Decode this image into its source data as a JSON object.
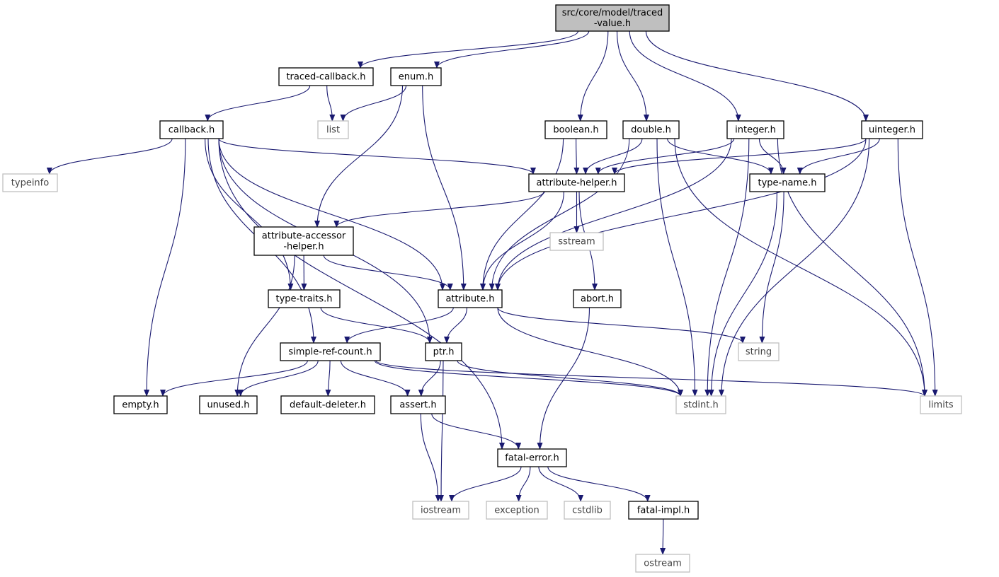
{
  "colors": {
    "edge": "#191970",
    "node_border": "#000000",
    "system_border": "#bfbfbf",
    "root_fill": "#bfbfbf",
    "node_fill": "#ffffff"
  },
  "nodes": [
    {
      "id": "root",
      "lines": [
        "src/core/model/traced",
        "-value.h"
      ],
      "kind": "root"
    },
    {
      "id": "traced_callback",
      "lines": [
        "traced-callback.h"
      ],
      "kind": "file"
    },
    {
      "id": "enum",
      "lines": [
        "enum.h"
      ],
      "kind": "file"
    },
    {
      "id": "boolean",
      "lines": [
        "boolean.h"
      ],
      "kind": "file"
    },
    {
      "id": "double",
      "lines": [
        "double.h"
      ],
      "kind": "file"
    },
    {
      "id": "integer",
      "lines": [
        "integer.h"
      ],
      "kind": "file"
    },
    {
      "id": "uinteger",
      "lines": [
        "uinteger.h"
      ],
      "kind": "file"
    },
    {
      "id": "callback",
      "lines": [
        "callback.h"
      ],
      "kind": "file"
    },
    {
      "id": "list",
      "lines": [
        "list"
      ],
      "kind": "system"
    },
    {
      "id": "typeinfo",
      "lines": [
        "typeinfo"
      ],
      "kind": "system"
    },
    {
      "id": "attribute_helper",
      "lines": [
        "attribute-helper.h"
      ],
      "kind": "file"
    },
    {
      "id": "type_name",
      "lines": [
        "type-name.h"
      ],
      "kind": "file"
    },
    {
      "id": "attribute_accessor_helper",
      "lines": [
        "attribute-accessor",
        "-helper.h"
      ],
      "kind": "file"
    },
    {
      "id": "sstream",
      "lines": [
        "sstream"
      ],
      "kind": "system"
    },
    {
      "id": "type_traits",
      "lines": [
        "type-traits.h"
      ],
      "kind": "file"
    },
    {
      "id": "attribute",
      "lines": [
        "attribute.h"
      ],
      "kind": "file"
    },
    {
      "id": "abort",
      "lines": [
        "abort.h"
      ],
      "kind": "file"
    },
    {
      "id": "simple_ref_count",
      "lines": [
        "simple-ref-count.h"
      ],
      "kind": "file"
    },
    {
      "id": "ptr",
      "lines": [
        "ptr.h"
      ],
      "kind": "file"
    },
    {
      "id": "string",
      "lines": [
        "string"
      ],
      "kind": "system"
    },
    {
      "id": "empty",
      "lines": [
        "empty.h"
      ],
      "kind": "file"
    },
    {
      "id": "unused",
      "lines": [
        "unused.h"
      ],
      "kind": "file"
    },
    {
      "id": "default_deleter",
      "lines": [
        "default-deleter.h"
      ],
      "kind": "file"
    },
    {
      "id": "assert",
      "lines": [
        "assert.h"
      ],
      "kind": "file"
    },
    {
      "id": "stdint",
      "lines": [
        "stdint.h"
      ],
      "kind": "system"
    },
    {
      "id": "limits",
      "lines": [
        "limits"
      ],
      "kind": "system"
    },
    {
      "id": "fatal_error",
      "lines": [
        "fatal-error.h"
      ],
      "kind": "file"
    },
    {
      "id": "iostream",
      "lines": [
        "iostream"
      ],
      "kind": "system"
    },
    {
      "id": "exception",
      "lines": [
        "exception"
      ],
      "kind": "system"
    },
    {
      "id": "cstdlib",
      "lines": [
        "cstdlib"
      ],
      "kind": "system"
    },
    {
      "id": "fatal_impl",
      "lines": [
        "fatal-impl.h"
      ],
      "kind": "file"
    },
    {
      "id": "ostream",
      "lines": [
        "ostream"
      ],
      "kind": "system"
    }
  ],
  "edges": [
    {
      "from": "root",
      "to": "traced_callback"
    },
    {
      "from": "root",
      "to": "enum"
    },
    {
      "from": "root",
      "to": "boolean"
    },
    {
      "from": "root",
      "to": "double"
    },
    {
      "from": "root",
      "to": "integer"
    },
    {
      "from": "root",
      "to": "uinteger"
    },
    {
      "from": "traced_callback",
      "to": "callback"
    },
    {
      "from": "traced_callback",
      "to": "list"
    },
    {
      "from": "enum",
      "to": "list"
    },
    {
      "from": "enum",
      "to": "attribute_accessor_helper"
    },
    {
      "from": "enum",
      "to": "attribute"
    },
    {
      "from": "callback",
      "to": "typeinfo"
    },
    {
      "from": "callback",
      "to": "attribute_helper"
    },
    {
      "from": "callback",
      "to": "attribute"
    },
    {
      "from": "callback",
      "to": "type_traits"
    },
    {
      "from": "callback",
      "to": "ptr"
    },
    {
      "from": "callback",
      "to": "simple_ref_count"
    },
    {
      "from": "callback",
      "to": "empty"
    },
    {
      "from": "callback",
      "to": "fatal_error"
    },
    {
      "from": "boolean",
      "to": "attribute_helper"
    },
    {
      "from": "boolean",
      "to": "attribute"
    },
    {
      "from": "double",
      "to": "attribute_helper"
    },
    {
      "from": "double",
      "to": "attribute"
    },
    {
      "from": "double",
      "to": "type_name"
    },
    {
      "from": "double",
      "to": "stdint"
    },
    {
      "from": "double",
      "to": "limits"
    },
    {
      "from": "integer",
      "to": "attribute_helper"
    },
    {
      "from": "integer",
      "to": "attribute"
    },
    {
      "from": "integer",
      "to": "type_name"
    },
    {
      "from": "integer",
      "to": "stdint"
    },
    {
      "from": "integer",
      "to": "limits"
    },
    {
      "from": "uinteger",
      "to": "attribute_helper"
    },
    {
      "from": "uinteger",
      "to": "attribute"
    },
    {
      "from": "uinteger",
      "to": "type_name"
    },
    {
      "from": "uinteger",
      "to": "stdint"
    },
    {
      "from": "uinteger",
      "to": "limits"
    },
    {
      "from": "attribute_helper",
      "to": "attribute_accessor_helper"
    },
    {
      "from": "attribute_helper",
      "to": "sstream"
    },
    {
      "from": "attribute_helper",
      "to": "attribute"
    },
    {
      "from": "attribute_helper",
      "to": "abort"
    },
    {
      "from": "type_name",
      "to": "string"
    },
    {
      "from": "type_name",
      "to": "stdint"
    },
    {
      "from": "attribute_accessor_helper",
      "to": "type_traits"
    },
    {
      "from": "attribute_accessor_helper",
      "to": "attribute"
    },
    {
      "from": "attribute_accessor_helper",
      "to": "unused"
    },
    {
      "from": "type_traits",
      "to": "ptr"
    },
    {
      "from": "attribute",
      "to": "simple_ref_count"
    },
    {
      "from": "attribute",
      "to": "ptr"
    },
    {
      "from": "attribute",
      "to": "string"
    },
    {
      "from": "attribute",
      "to": "stdint"
    },
    {
      "from": "abort",
      "to": "fatal_error"
    },
    {
      "from": "simple_ref_count",
      "to": "empty"
    },
    {
      "from": "simple_ref_count",
      "to": "unused"
    },
    {
      "from": "simple_ref_count",
      "to": "default_deleter"
    },
    {
      "from": "simple_ref_count",
      "to": "assert"
    },
    {
      "from": "simple_ref_count",
      "to": "stdint"
    },
    {
      "from": "simple_ref_count",
      "to": "limits"
    },
    {
      "from": "ptr",
      "to": "assert"
    },
    {
      "from": "ptr",
      "to": "iostream"
    },
    {
      "from": "ptr",
      "to": "stdint"
    },
    {
      "from": "assert",
      "to": "fatal_error"
    },
    {
      "from": "assert",
      "to": "iostream"
    },
    {
      "from": "fatal_error",
      "to": "iostream"
    },
    {
      "from": "fatal_error",
      "to": "exception"
    },
    {
      "from": "fatal_error",
      "to": "cstdlib"
    },
    {
      "from": "fatal_error",
      "to": "fatal_impl"
    },
    {
      "from": "fatal_impl",
      "to": "ostream"
    }
  ]
}
